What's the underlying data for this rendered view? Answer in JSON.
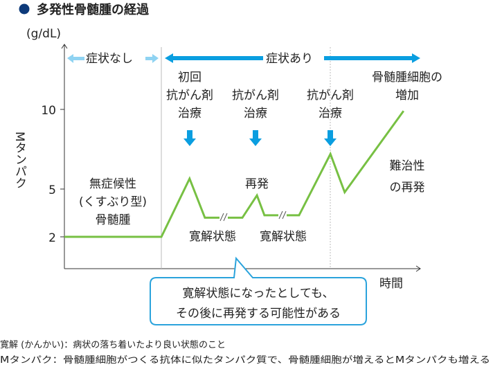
{
  "title": "多発性骨髄腫の経過",
  "colors": {
    "line": "#77c043",
    "arrow_dark": "#0a9ee0",
    "arrow_light": "#8fd3f2",
    "bullet": "#0d3a7a",
    "callout": "#2aa3dc"
  },
  "chart_data": {
    "type": "line",
    "ylabel": "Mタンパク",
    "yunit": "(g/dL)",
    "xlabel": "時間",
    "yticks": [
      "10",
      "5",
      "2"
    ],
    "ytick_values": [
      10,
      5,
      2
    ],
    "ylim": [
      0,
      14
    ],
    "xlim": [
      0,
      100
    ],
    "series": [
      {
        "name": "Mタンパク",
        "x": [
          0,
          27.2,
          35.1,
          39.4,
          49.9,
          54,
          56.1,
          65.8,
          74.6,
          78.6,
          95.1
        ],
        "y": [
          2,
          2,
          5.65,
          3.2,
          3.2,
          4.6,
          3.35,
          3.35,
          7.2,
          4.8,
          9.9
        ]
      }
    ],
    "phases": {
      "no_symptoms": "症状なし",
      "symptoms": "症状あり"
    },
    "annotations": {
      "first_treatment": [
        "初回",
        "抗がん剤",
        "治療"
      ],
      "treatment2": [
        "抗がん剤",
        "治療"
      ],
      "treatment3": [
        "抗がん剤",
        "治療"
      ],
      "smoldering": [
        "無症候性",
        "(くすぶり型)",
        "骨髄腫"
      ],
      "remission1": "寛解状態",
      "remission2": "寛解状態",
      "relapse": "再発",
      "refractory": [
        "難治性",
        "の再発"
      ],
      "cell_increase": [
        "骨髄腫細胞の",
        "増加"
      ]
    }
  },
  "callout": [
    "寛解状態になったとしても、",
    "その後に再発する可能性がある"
  ],
  "footnotes": [
    "寛解 (かんかい)：病状の落ち着いたより良い状態のこと",
    "Mタンパク：骨髄腫細胞がつくる抗体に似たタンパク質で、骨髄腫細胞が増えるとMタンパクも増える"
  ]
}
